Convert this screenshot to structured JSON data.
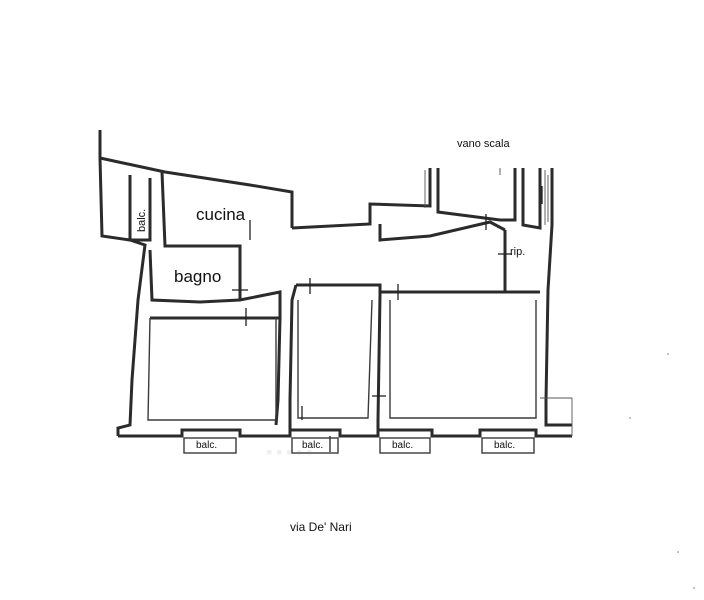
{
  "rooms": {
    "cucina": "cucina",
    "bagno": "bagno",
    "rip": "rip.",
    "balc_small": "balc."
  },
  "labels": {
    "vano_scala": "vano scala",
    "street": "via De' Nari"
  },
  "balconies": [
    {
      "label": "balc."
    },
    {
      "label": "balc."
    },
    {
      "label": "balc."
    },
    {
      "label": "balc."
    }
  ]
}
